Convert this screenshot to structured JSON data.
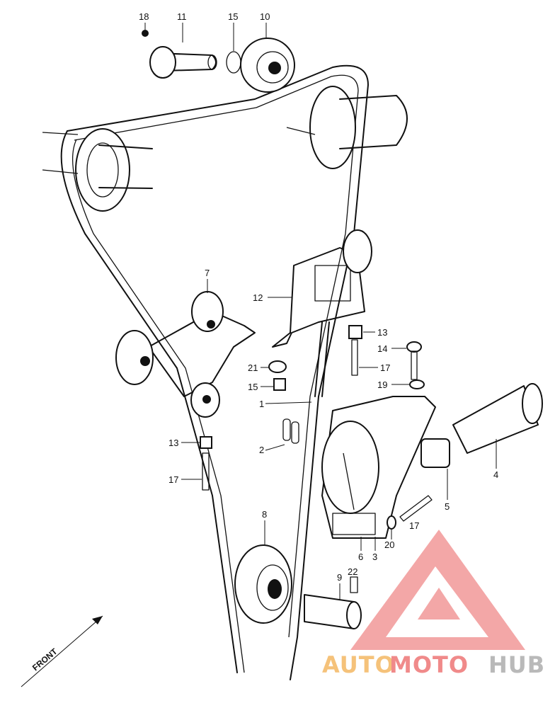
{
  "callouts": {
    "c18": "18",
    "c11": "11",
    "c15a": "15",
    "c10": "10",
    "c12": "12",
    "c7": "7",
    "c13a": "13",
    "c14": "14",
    "c17a": "17",
    "c19": "19",
    "c21": "21",
    "c15b": "15",
    "c1": "1",
    "c2": "2",
    "c13b": "13",
    "c17b": "17",
    "c4": "4",
    "c5": "5",
    "c17c": "17",
    "c20": "20",
    "c6": "6",
    "c3": "3",
    "c8": "8",
    "c9": "9",
    "c22": "22"
  },
  "front_label": "FRONT",
  "watermark": {
    "part1": "AUTO",
    "part2": "MOTO",
    "part3": "HUB",
    "color_orange": "#f5c27a",
    "color_red": "#f08a8a",
    "color_gray": "#b9b9b9"
  }
}
